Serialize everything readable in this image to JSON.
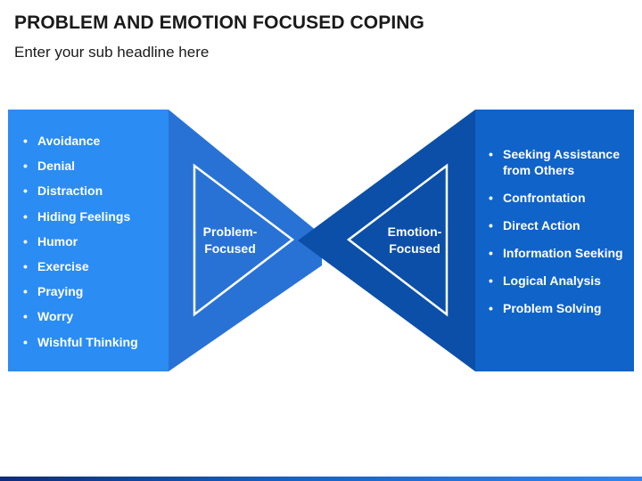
{
  "title": "PROBLEM AND EMOTION FOCUSED COPING",
  "subtitle": "Enter your sub headline here",
  "left_panel": {
    "items": [
      "Avoidance",
      "Denial",
      "Distraction",
      "Hiding Feelings",
      "Humor",
      "Exercise",
      "Praying",
      "Worry",
      "Wishful Thinking"
    ]
  },
  "right_panel": {
    "items": [
      "Seeking Assistance from Others",
      "Confrontation",
      "Direct Action",
      "Information Seeking",
      "Logical Analysis",
      "Problem Solving"
    ]
  },
  "center": {
    "left_label": "Problem-\nFocused",
    "right_label": "Emotion-\nFocused"
  },
  "colors": {
    "left_panel": "#2b8cf3",
    "left_wing": "#2872d6",
    "right_wing": "#0b4fa8",
    "right_panel": "#0f63c9",
    "outline": "#ffffff",
    "footer_dark": "#0d2c78",
    "footer_light": "#2f86f0"
  }
}
